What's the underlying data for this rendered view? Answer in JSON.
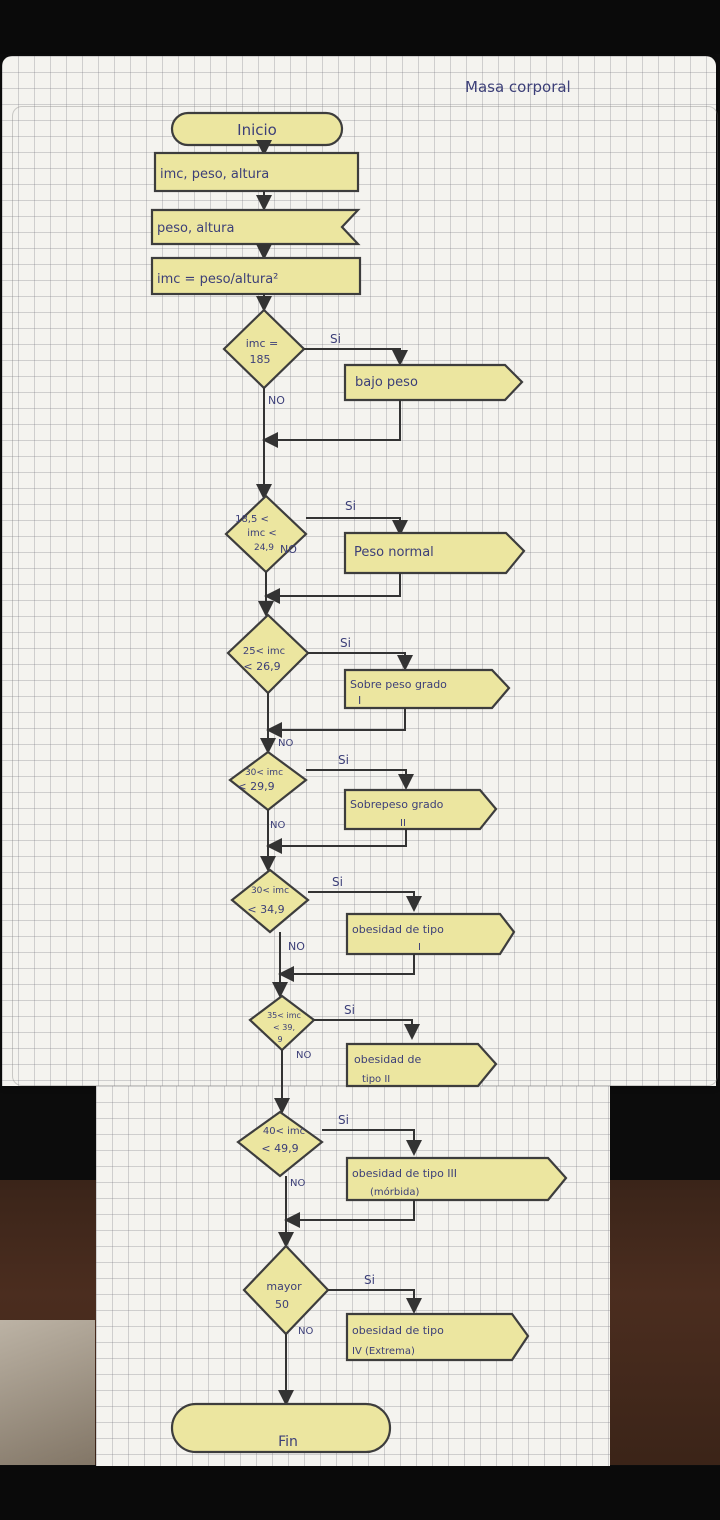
{
  "title": "Masa corporal",
  "start": "Inicio",
  "declare": "imc, peso, altura",
  "input": "peso, altura",
  "formula": "imc = peso/altura²",
  "end": "Fin",
  "yes_label": "Si",
  "no_label": "NO",
  "decisions": [
    {
      "line1": "imc =",
      "line2": "185"
    },
    {
      "line1": "18,5 <",
      "line2": "imc <",
      "line3": "24,9"
    },
    {
      "line1": "25< imc",
      "line2": "< 26,9"
    },
    {
      "line1": "30< imc",
      "line2": "< 29,9"
    },
    {
      "line1": "30< imc",
      "line2": "< 34,9"
    },
    {
      "line1": "35< imc",
      "line2": "< 39,",
      "line3": "9"
    },
    {
      "line1": "40< imc",
      "line2": "< 49,9"
    },
    {
      "line1": "mayor",
      "line2": "50"
    }
  ],
  "outputs": [
    {
      "line1": "bajo peso"
    },
    {
      "line1": "Peso normal"
    },
    {
      "line1": "Sobre peso grado",
      "line2": "I"
    },
    {
      "line1": "Sobrepeso grado",
      "line2": "II"
    },
    {
      "line1": "obesidad de tipo",
      "line2": "I"
    },
    {
      "line1": "obesidad de",
      "line2": "tipo II"
    },
    {
      "line1": "obesidad de tipo III",
      "line2": "(mórbida)"
    },
    {
      "line1": "obesidad de tipo",
      "line2": "IV (Extrema)"
    }
  ],
  "colors": {
    "shape_fill": "#ece6a0",
    "ink": "#3c3f78",
    "paper": "#f4f3ef"
  }
}
